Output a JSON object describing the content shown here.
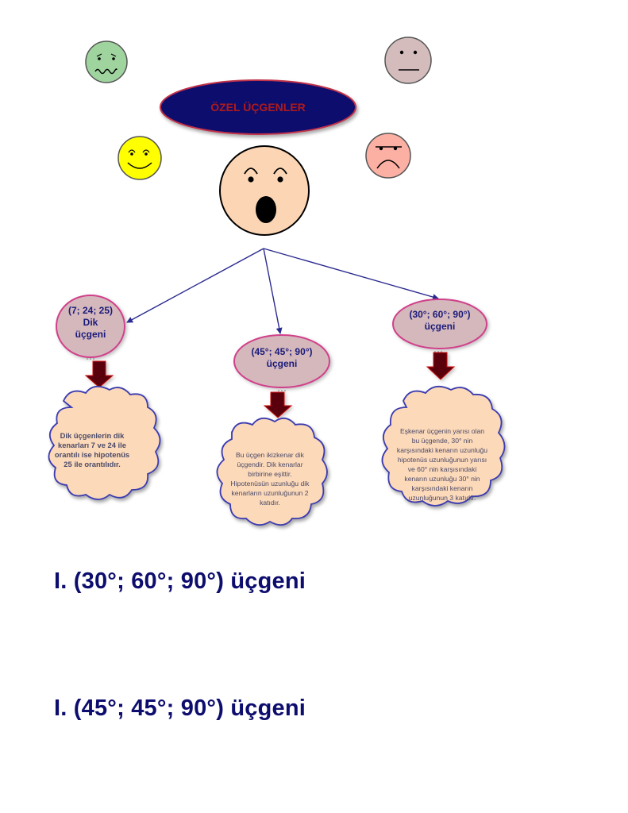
{
  "title": "ÖZEL ÜÇGENLER",
  "colors": {
    "title_fill": "#0a0a6e",
    "title_text": "#b01a1a",
    "title_border": "#c0304a",
    "node_fill": "#d4b8bc",
    "node_border": "#d0408a",
    "cloud_fill": "#fcd9b8",
    "cloud_border": "#3a3ab0",
    "arrow_line": "#2a2a90",
    "down_arrow": "#5a0008",
    "down_arrow_edge": "#d01010",
    "heading": "#0d0d6e"
  },
  "faces": [
    {
      "name": "worried-face",
      "fill": "#9fd49f"
    },
    {
      "name": "neutral-face",
      "fill": "#d4bcbc"
    },
    {
      "name": "happy-face",
      "fill": "#ffff00"
    },
    {
      "name": "angry-face",
      "fill": "#fcb0a4"
    },
    {
      "name": "surprised-face",
      "fill": "#fcd6b4"
    }
  ],
  "nodes": [
    {
      "id": "dik-7-24-25",
      "lines": [
        "(7; 24; 25)",
        "Dik",
        "üçgeni"
      ]
    },
    {
      "id": "45-45-90",
      "lines": [
        "(45°; 45°; 90°)",
        "üçgeni"
      ]
    },
    {
      "id": "30-60-90",
      "lines": [
        "(30°; 60°; 90°)",
        "üçgeni"
      ]
    }
  ],
  "clouds": [
    {
      "id": "cloud-7-24-25",
      "lines": [
        "Dik üçgenlerin dik",
        "kenarları 7 ve 24 ile",
        "orantılı ise hipotenüs",
        "25 ile orantılıdır."
      ]
    },
    {
      "id": "cloud-45-45-90",
      "lines": [
        "Bu üçgen ikizkenar dik",
        "üçgendir. Dik kenarlar",
        "birbirine eşittir.",
        "Hipotenüsün uzunluğu dik",
        "kenarların uzunluğunun 2",
        "katıdır."
      ]
    },
    {
      "id": "cloud-30-60-90",
      "lines": [
        "Eşkenar üçgenin yarısı olan",
        "bu üçgende, 30° nin",
        "karşısındaki kenarın uzunluğu",
        "hipotenüs uzunluğunun yarısı",
        "ve 60° nin karşısındaki",
        "kenarın uzunluğu 30° nin",
        "karşısındaki kenarın",
        "uzunluğunun 3 katıdır."
      ]
    }
  ],
  "headings": [
    "I. (30°; 60°; 90°) üçgeni",
    "I. (45°; 45°; 90°) üçgeni"
  ]
}
